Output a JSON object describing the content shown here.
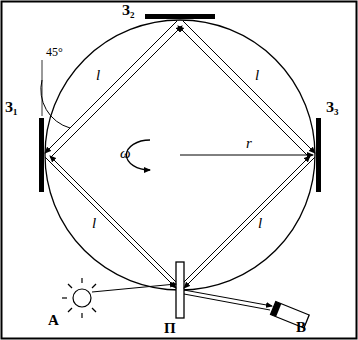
{
  "diagram": {
    "labels": [
      "45°",
      "З₂",
      "З₁",
      "З₃",
      "l",
      "l",
      "ω",
      "r",
      "l",
      "l",
      "A",
      "B",
      "П"
    ]
  }
}
